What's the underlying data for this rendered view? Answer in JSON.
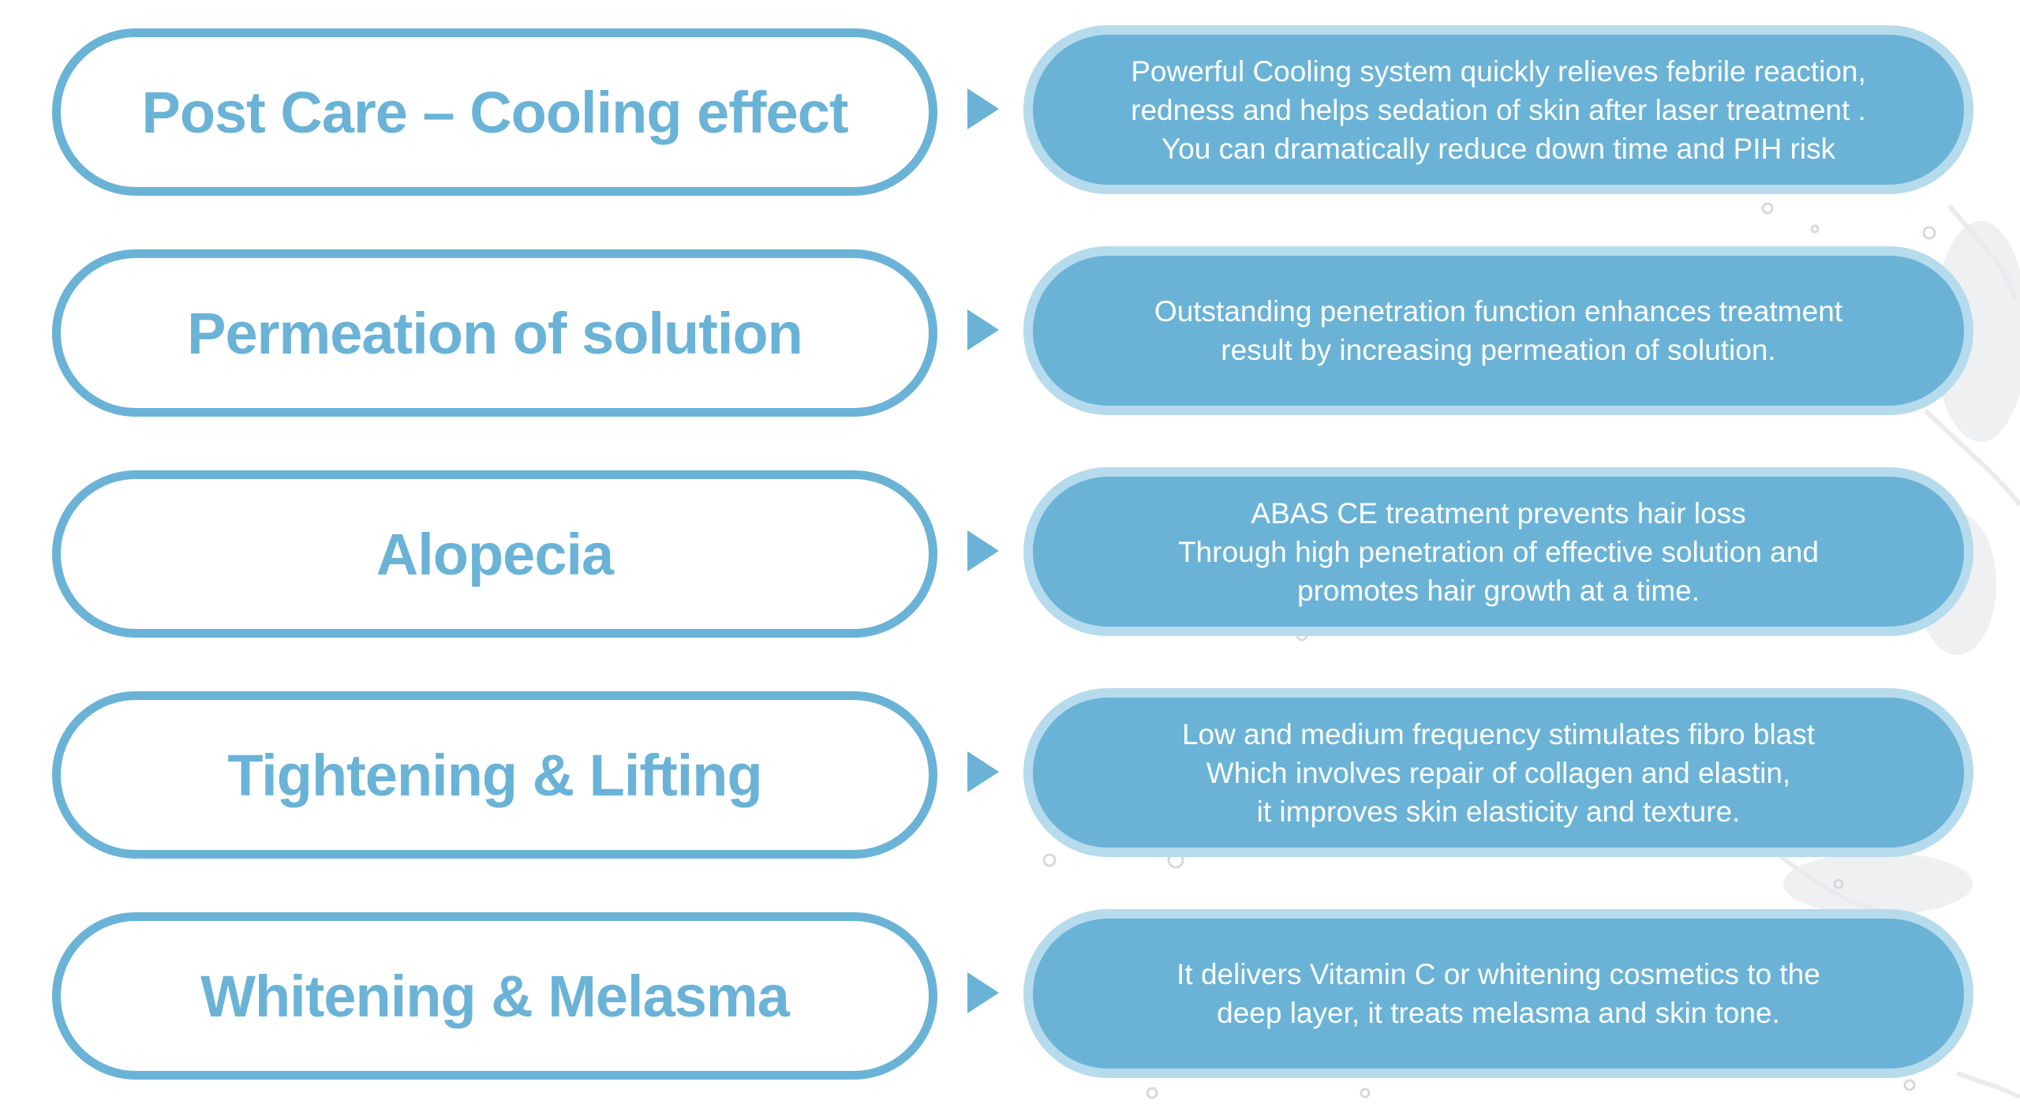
{
  "colors": {
    "accent": "#6ab3d7",
    "outer_ring": "#b6dbec",
    "background": "#ffffff",
    "desc_text": "#ffffff"
  },
  "rows": [
    {
      "title": "Post Care – Cooling effect",
      "description": "Powerful Cooling system quickly relieves febrile reaction,\nredness and helps sedation of skin after laser treatment .\nYou can dramatically reduce down time and PIH risk"
    },
    {
      "title": "Permeation of solution",
      "description": "Outstanding penetration function enhances treatment\nresult  by increasing permeation of solution."
    },
    {
      "title": "Alopecia",
      "description": "ABAS CE treatment prevents hair loss\nThrough high penetration of  effective solution and\npromotes hair growth at a time."
    },
    {
      "title": "Tightening & Lifting",
      "description": "Low and medium frequency stimulates fibro blast\nWhich involves repair of collagen and elastin,\nit improves skin elasticity and texture."
    },
    {
      "title": "Whitening & Melasma",
      "description": "It delivers Vitamin C or whitening cosmetics  to the\ndeep layer, it treats melasma and skin tone."
    }
  ],
  "icons": {
    "arrow": "triangle-right-icon",
    "background_decoration": "water-splash-icon"
  }
}
